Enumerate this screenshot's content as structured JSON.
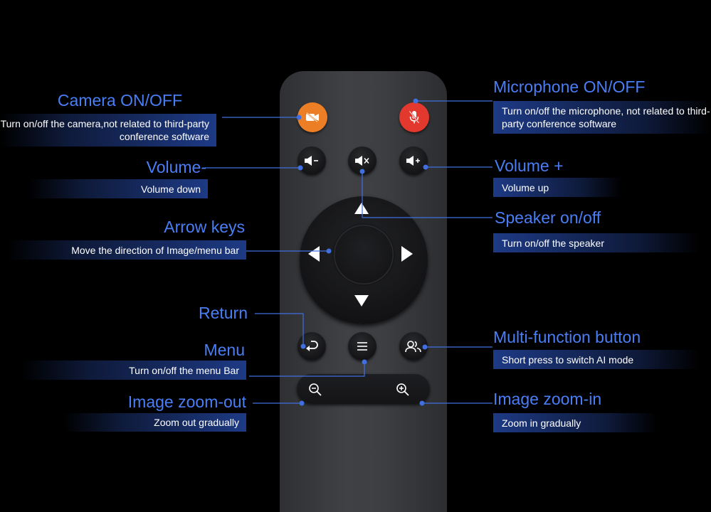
{
  "callouts": {
    "camera": {
      "title": "Camera ON/OFF",
      "desc": "Turn on/off the camera,not related to third-party conference software"
    },
    "microphone": {
      "title": "Microphone ON/OFF",
      "desc": "Turn on/off the microphone, not related to third-party conference software"
    },
    "volume_down": {
      "title": "Volume-",
      "desc": "Volume down"
    },
    "volume_up": {
      "title": "Volume +",
      "desc": "Volume up"
    },
    "speaker": {
      "title": "Speaker on/off",
      "desc": "Turn on/off the speaker"
    },
    "arrow_keys": {
      "title": "Arrow keys",
      "desc": "Move the direction of Image/menu bar"
    },
    "return": {
      "title": "Return"
    },
    "menu": {
      "title": "Menu",
      "desc": "Turn on/off the menu Bar"
    },
    "multi": {
      "title": "Multi-function button",
      "desc": "Short press to switch AI mode"
    },
    "zoom_out": {
      "title": "Image zoom-out",
      "desc": "Zoom out gradually"
    },
    "zoom_in": {
      "title": "Image zoom-in",
      "desc": "Zoom in gradually"
    }
  },
  "colors": {
    "background": "#000000",
    "title_text": "#4a7ef6",
    "desc_band": "#1d3a85",
    "leader_line": "#3f6fe0",
    "camera_button": "#ec7f26",
    "mic_button": "#e2382d",
    "remote_body": "#3e3f43"
  },
  "icons": {
    "camera": "video-camera-off-icon",
    "microphone": "microphone-off-icon",
    "volume_down": "speaker-minus-icon",
    "mute": "speaker-mute-icon",
    "volume_up": "speaker-plus-icon",
    "return": "return-arrow-icon",
    "menu": "hamburger-menu-icon",
    "multi": "people-icon",
    "zoom_out": "magnifier-minus-icon",
    "zoom_in": "magnifier-plus-icon"
  }
}
